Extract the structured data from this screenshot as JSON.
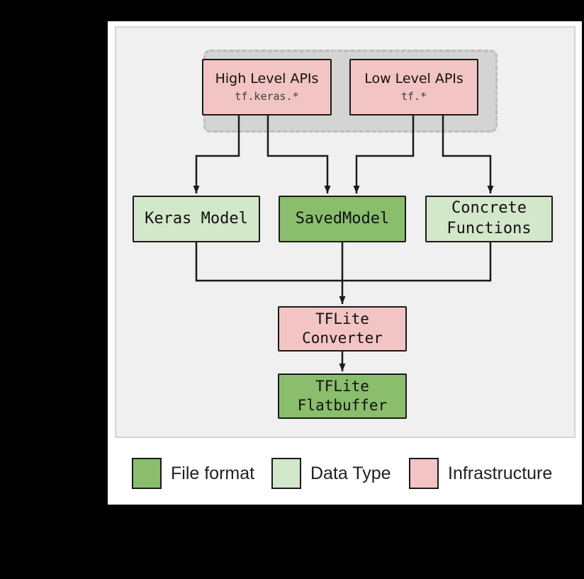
{
  "colors": {
    "file-format": "#8abe6d",
    "data-type": "#d3e7ca",
    "infrastructure": "#f2c4c3",
    "panel-bg": "#f0f0f0",
    "group-bg": "#d4d4d4",
    "line": "#1a1a1a"
  },
  "diagram": {
    "api_group": {
      "high_level": {
        "title": "High Level APIs",
        "code": "tf.keras.*"
      },
      "low_level": {
        "title": "Low Level APIs",
        "code": "tf.*"
      }
    },
    "nodes": {
      "keras_model": "Keras Model",
      "saved_model": "SavedModel",
      "concrete_functions": "Concrete\nFunctions",
      "tflite_converter": "TFLite\nConverter",
      "tflite_flatbuffer": "TFLite\nFlatbuffer"
    }
  },
  "legend": {
    "items": [
      {
        "label": "File format",
        "type": "file-format"
      },
      {
        "label": "Data Type",
        "type": "data-type"
      },
      {
        "label": "Infrastructure",
        "type": "infrastructure"
      }
    ]
  }
}
